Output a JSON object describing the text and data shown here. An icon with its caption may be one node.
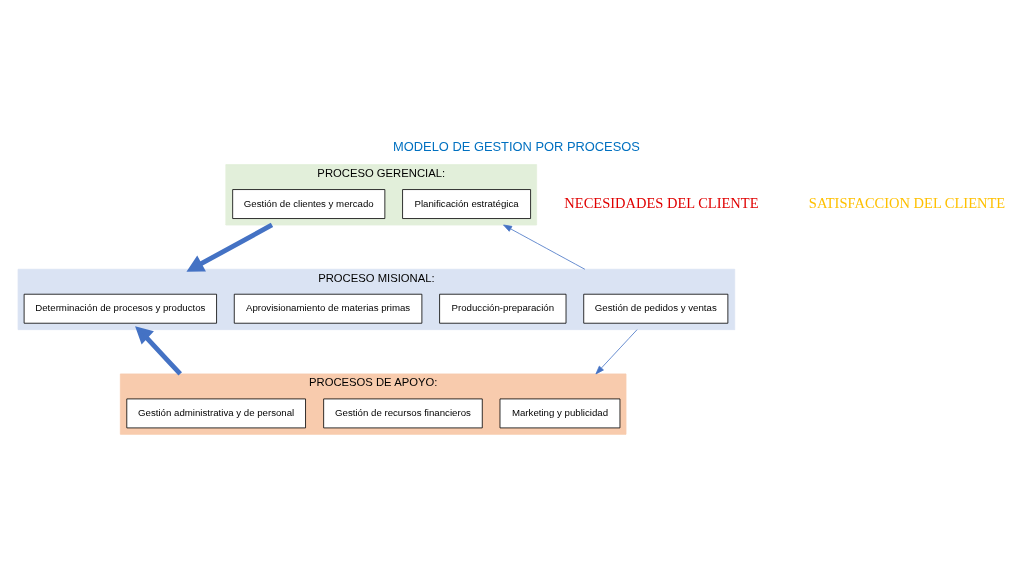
{
  "diagram": {
    "title": "MODELO DE GESTION POR PROCESOS",
    "nodes": [
      {
        "text": [
          "PROCESO GERENCIAL:"
        ]
      },
      {
        "text": [
          "Gestión de clientes y mercado"
        ],
        "in": 0
      },
      {
        "text": [
          "Planificación estratégica"
        ],
        "in": 0
      },
      {
        "text": [
          "PROCESO MISIONAL:"
        ]
      },
      {
        "text": [
          "Determinación de procesos y productos"
        ],
        "in": 3
      },
      {
        "text": [
          "Aprovisionamiento de materias primas"
        ],
        "in": 3
      },
      {
        "text": [
          "Producción-preparación"
        ],
        "in": 3
      },
      {
        "text": [
          "Gestión de pedidos y ventas"
        ],
        "in": 3
      },
      {
        "text": [
          "PROCESOS DE APOYO:"
        ]
      },
      {
        "text": [
          "Gestión administrativa y de personal"
        ],
        "in": 8
      },
      {
        "text": [
          "Gestión de recursos financieros"
        ],
        "in": 8
      },
      {
        "text": [
          "Marketing y publicidad"
        ],
        "in": 8
      }
    ],
    "edges": [
      {
        "from": 0,
        "to": 3,
        "arrow": "to",
        "style": "thick"
      },
      {
        "from": 8,
        "to": 3,
        "arrow": "to",
        "style": "thick"
      },
      {
        "from": 3,
        "to": 0,
        "arrow": "to"
      },
      {
        "from": 3,
        "to": 8,
        "arrow": "to"
      }
    ],
    "labels": [
      "NECESIDADES DEL CLIENTE",
      "SATISFACCION DEL CLIENTE"
    ]
  }
}
